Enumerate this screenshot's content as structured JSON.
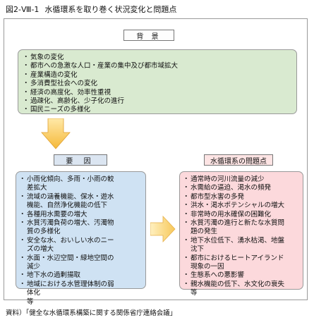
{
  "figure": {
    "number": "図2-Ⅷ-1",
    "title": "水循環系を取り巻く状況変化と問題点"
  },
  "background": {
    "label": "背 景",
    "items": [
      "気象の変化",
      "都市への急激な人口・産業の集中及び都市域拡大",
      "産業構造の変化",
      "多消費型社会への変化",
      "経済の高度化、効率性重視",
      "過疎化、高齢化、少子化の進行",
      "国民ニーズの多様化"
    ]
  },
  "factors": {
    "label": "要 因",
    "items": [
      [
        "小雨化傾向、多雨・小雨の較",
        "差拡大"
      ],
      [
        "流域の涵養機能、保水・遊水",
        "機能、自然浄化機能の低下"
      ],
      [
        "各種用水需要の増大"
      ],
      [
        "水質汚濁負荷の増大、汚濁物",
        "質の多様化"
      ],
      [
        "安全な水、おいしい水のニー",
        "ズの増大"
      ],
      [
        "水面・水辺空間・緑地空間の",
        "減少"
      ],
      [
        "地下水の過剰揚取"
      ],
      [
        "地域における水管理体制の弱",
        "体化",
        "等"
      ]
    ]
  },
  "problems": {
    "label": "水循環系の問題点",
    "items": [
      [
        "通常時の河川流量の減少"
      ],
      [
        "水需給の逼迫、渇水の頻発"
      ],
      [
        "都市型水害の多発"
      ],
      [
        "洪水・渇水ポテンシャルの増大"
      ],
      [
        "非常時の用水確保の困難化"
      ],
      [
        "水質汚濁の進行と新たな水質問",
        "題の発生"
      ],
      [
        "地下水位低下、湧水枯渇、地盤",
        "沈下"
      ],
      [
        "都市におけるヒートアイランド",
        "現象の一因"
      ],
      [
        "生態系への悪影響"
      ],
      [
        "親水機能の低下、水文化の衰失",
        "等"
      ]
    ]
  },
  "source": "資料）「健全な水循環系構築に関する関係省庁連絡会議」",
  "colors": {
    "background_box": "#d9ead0",
    "factor_box": "#cfe2f3",
    "problem_box": "#fcd9dc",
    "arrow": "#f5c04a"
  }
}
